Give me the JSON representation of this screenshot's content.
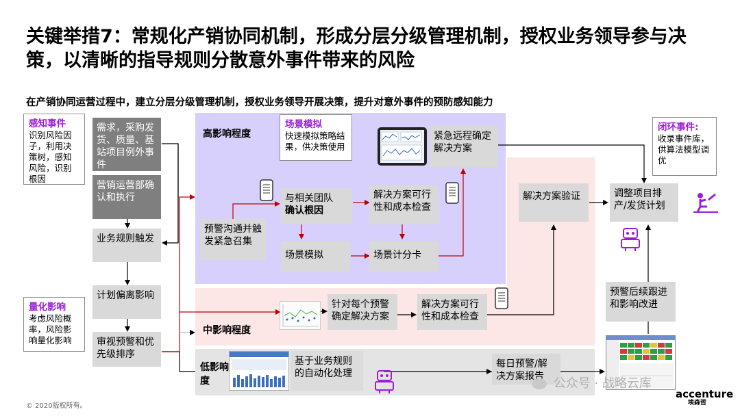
{
  "title": "关键举措7：常规化产销协同机制，形成分层分级管理机制，授权业务领导参与决策，以清晰的指导规则分散意外事件带来的风险",
  "subtitle": "在产销协同运营过程中，建立分层分级管理机制，授权业务领导开展决策，提升对意外事件的预防感知能力",
  "sense_box": {
    "heading": "感知事件",
    "text": "识别风险因子，利用决策树，感知风险，识别根因"
  },
  "quantify_box": {
    "heading": "量化影响",
    "text": "考虑风险概率，风险影响量化影响"
  },
  "scenario_box": {
    "heading": "场景模拟",
    "text": "快速模拟策略结果，供决策使用"
  },
  "closed_box": {
    "heading": "闭环事件:",
    "text": "收录事件库，供算法模型调优"
  },
  "left_flow": {
    "demand": "需求，采购发货、质量、基站项目例外事件",
    "marketing": "营销运营部确认和执行",
    "trigger": "业务规则触发",
    "plan": "计划偏离影响",
    "review": "审视预警和优先级排序"
  },
  "zones": {
    "high": "高影响程度",
    "mid": "中影响程度",
    "low": "低影响程度"
  },
  "high_flow": {
    "alert": "预警沟通并触发紧急召集",
    "team_l1": "与相关团队",
    "team_l2": "确认根因",
    "feasibility": "解决方案可行性和成本检查",
    "sim": "场景模拟",
    "scorecard": "场景计分卡",
    "remote": "紧急远程确定解决方案"
  },
  "mid_flow": {
    "each_alert": "针对每个预警确定解决方案",
    "feasibility": "解决方案可行性和成本检查"
  },
  "low_flow": {
    "auto": "基于业务规则的自动化处理",
    "daily": "每日预警/解决方案报告"
  },
  "right_flow": {
    "verify": "解决方案验证",
    "adjust": "调整项目排产/发货计划",
    "followup": "预警后续跟进和影响改进"
  },
  "footer": {
    "copyright": "© 2020版权所有。",
    "watermark": "公众号 · 战略云库",
    "brand": "accenture",
    "brand_cn": "埃森哲"
  },
  "colors": {
    "accent_purple": "#a100ff",
    "high_zone": "#d9d2ff",
    "mid_zone": "#ffe0e0",
    "low_zone": "#e3e3e3",
    "arrow_red": "#c00000"
  }
}
